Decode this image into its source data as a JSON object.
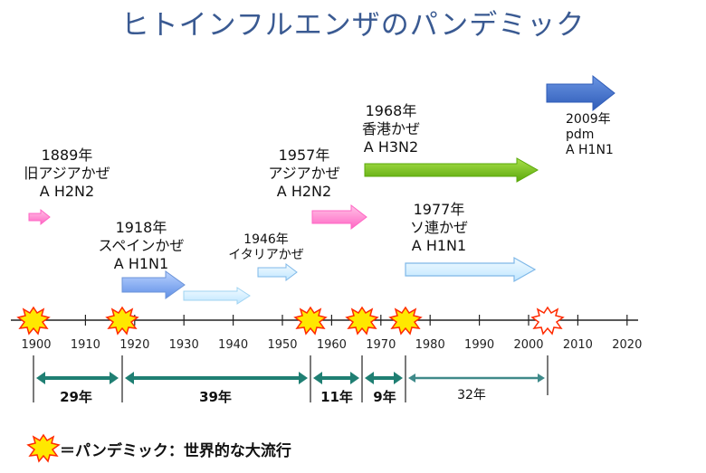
{
  "title": "ヒトインフルエンザのパンデミック",
  "events": [
    {
      "id": "e1889",
      "year_label": "1889年",
      "name": "旧アジアかぜ",
      "subtype": "A H2N2",
      "color": "#ff99cc"
    },
    {
      "id": "e1918",
      "year_label": "1918年",
      "name": "スペインかぜ",
      "subtype": "A H1N1",
      "color": "#7fa6e8"
    },
    {
      "id": "e1946",
      "year_label": "1946年",
      "name": "イタリアかぜ",
      "subtype": "",
      "color": "#bfe6ff"
    },
    {
      "id": "e1957",
      "year_label": "1957年",
      "name": "アジアかぜ",
      "subtype": "A H2N2",
      "color": "#ff7fcf"
    },
    {
      "id": "e1968",
      "year_label": "1968年",
      "name": "香港かぜ",
      "subtype": "A H3N2",
      "color": "#7fc41a"
    },
    {
      "id": "e1977",
      "year_label": "1977年",
      "name": "ソ連かぜ",
      "subtype": "A H1N1",
      "color": "#d6efff"
    },
    {
      "id": "e2009",
      "year_label": "2009年",
      "name": "pdm",
      "subtype": "A H1N1",
      "color": "#3e6fc8"
    }
  ],
  "axis": {
    "ticks": [
      "1900",
      "1910",
      "1920",
      "1930",
      "1940",
      "1950",
      "1960",
      "1970",
      "1980",
      "1990",
      "2000",
      "2010",
      "2020"
    ]
  },
  "intervals": [
    {
      "label": "29年"
    },
    {
      "label": "39年"
    },
    {
      "label": "11年"
    },
    {
      "label": "9年"
    },
    {
      "label": "32年"
    }
  ],
  "legend": {
    "text": "＝パンデミック：世界的な大流行"
  },
  "colors": {
    "title": "#3a5a92",
    "interval_arrow": "#1f7f73",
    "interval_arrow_light": "#3f8a8a",
    "burst_fill": "#ffe800",
    "burst_stroke": "#ff2a00"
  }
}
